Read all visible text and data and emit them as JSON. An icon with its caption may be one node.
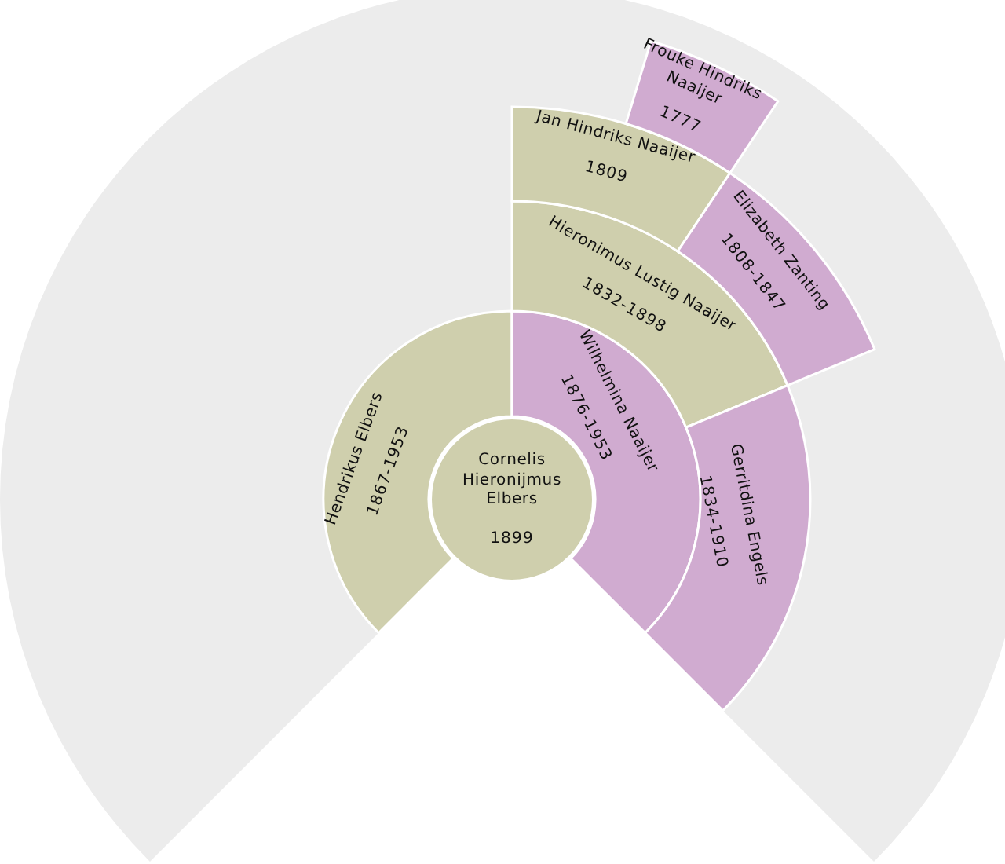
{
  "diagram": {
    "nodes": [
      {
        "text": [
          "Cornelis Hieronijmus Elbers",
          "1899"
        ]
      },
      {
        "text": [
          "Hendrikus Elbers",
          "1867-1953"
        ]
      },
      {
        "text": [
          "Wilhelmina Naaijer",
          "1876-1953"
        ]
      },
      {
        "text": [
          "Hieronimus Lustig Naaijer",
          "1832-1898"
        ]
      },
      {
        "text": [
          "Gerritdina Engels",
          "1834-1910"
        ]
      },
      {
        "text": [
          "Jan Hindriks Naaijer",
          "1809"
        ]
      },
      {
        "text": [
          "Elizabeth Zanting",
          "1808-1847"
        ]
      },
      {
        "text": [
          "Frouke Hindriks Naaijer",
          "1777"
        ]
      }
    ]
  }
}
